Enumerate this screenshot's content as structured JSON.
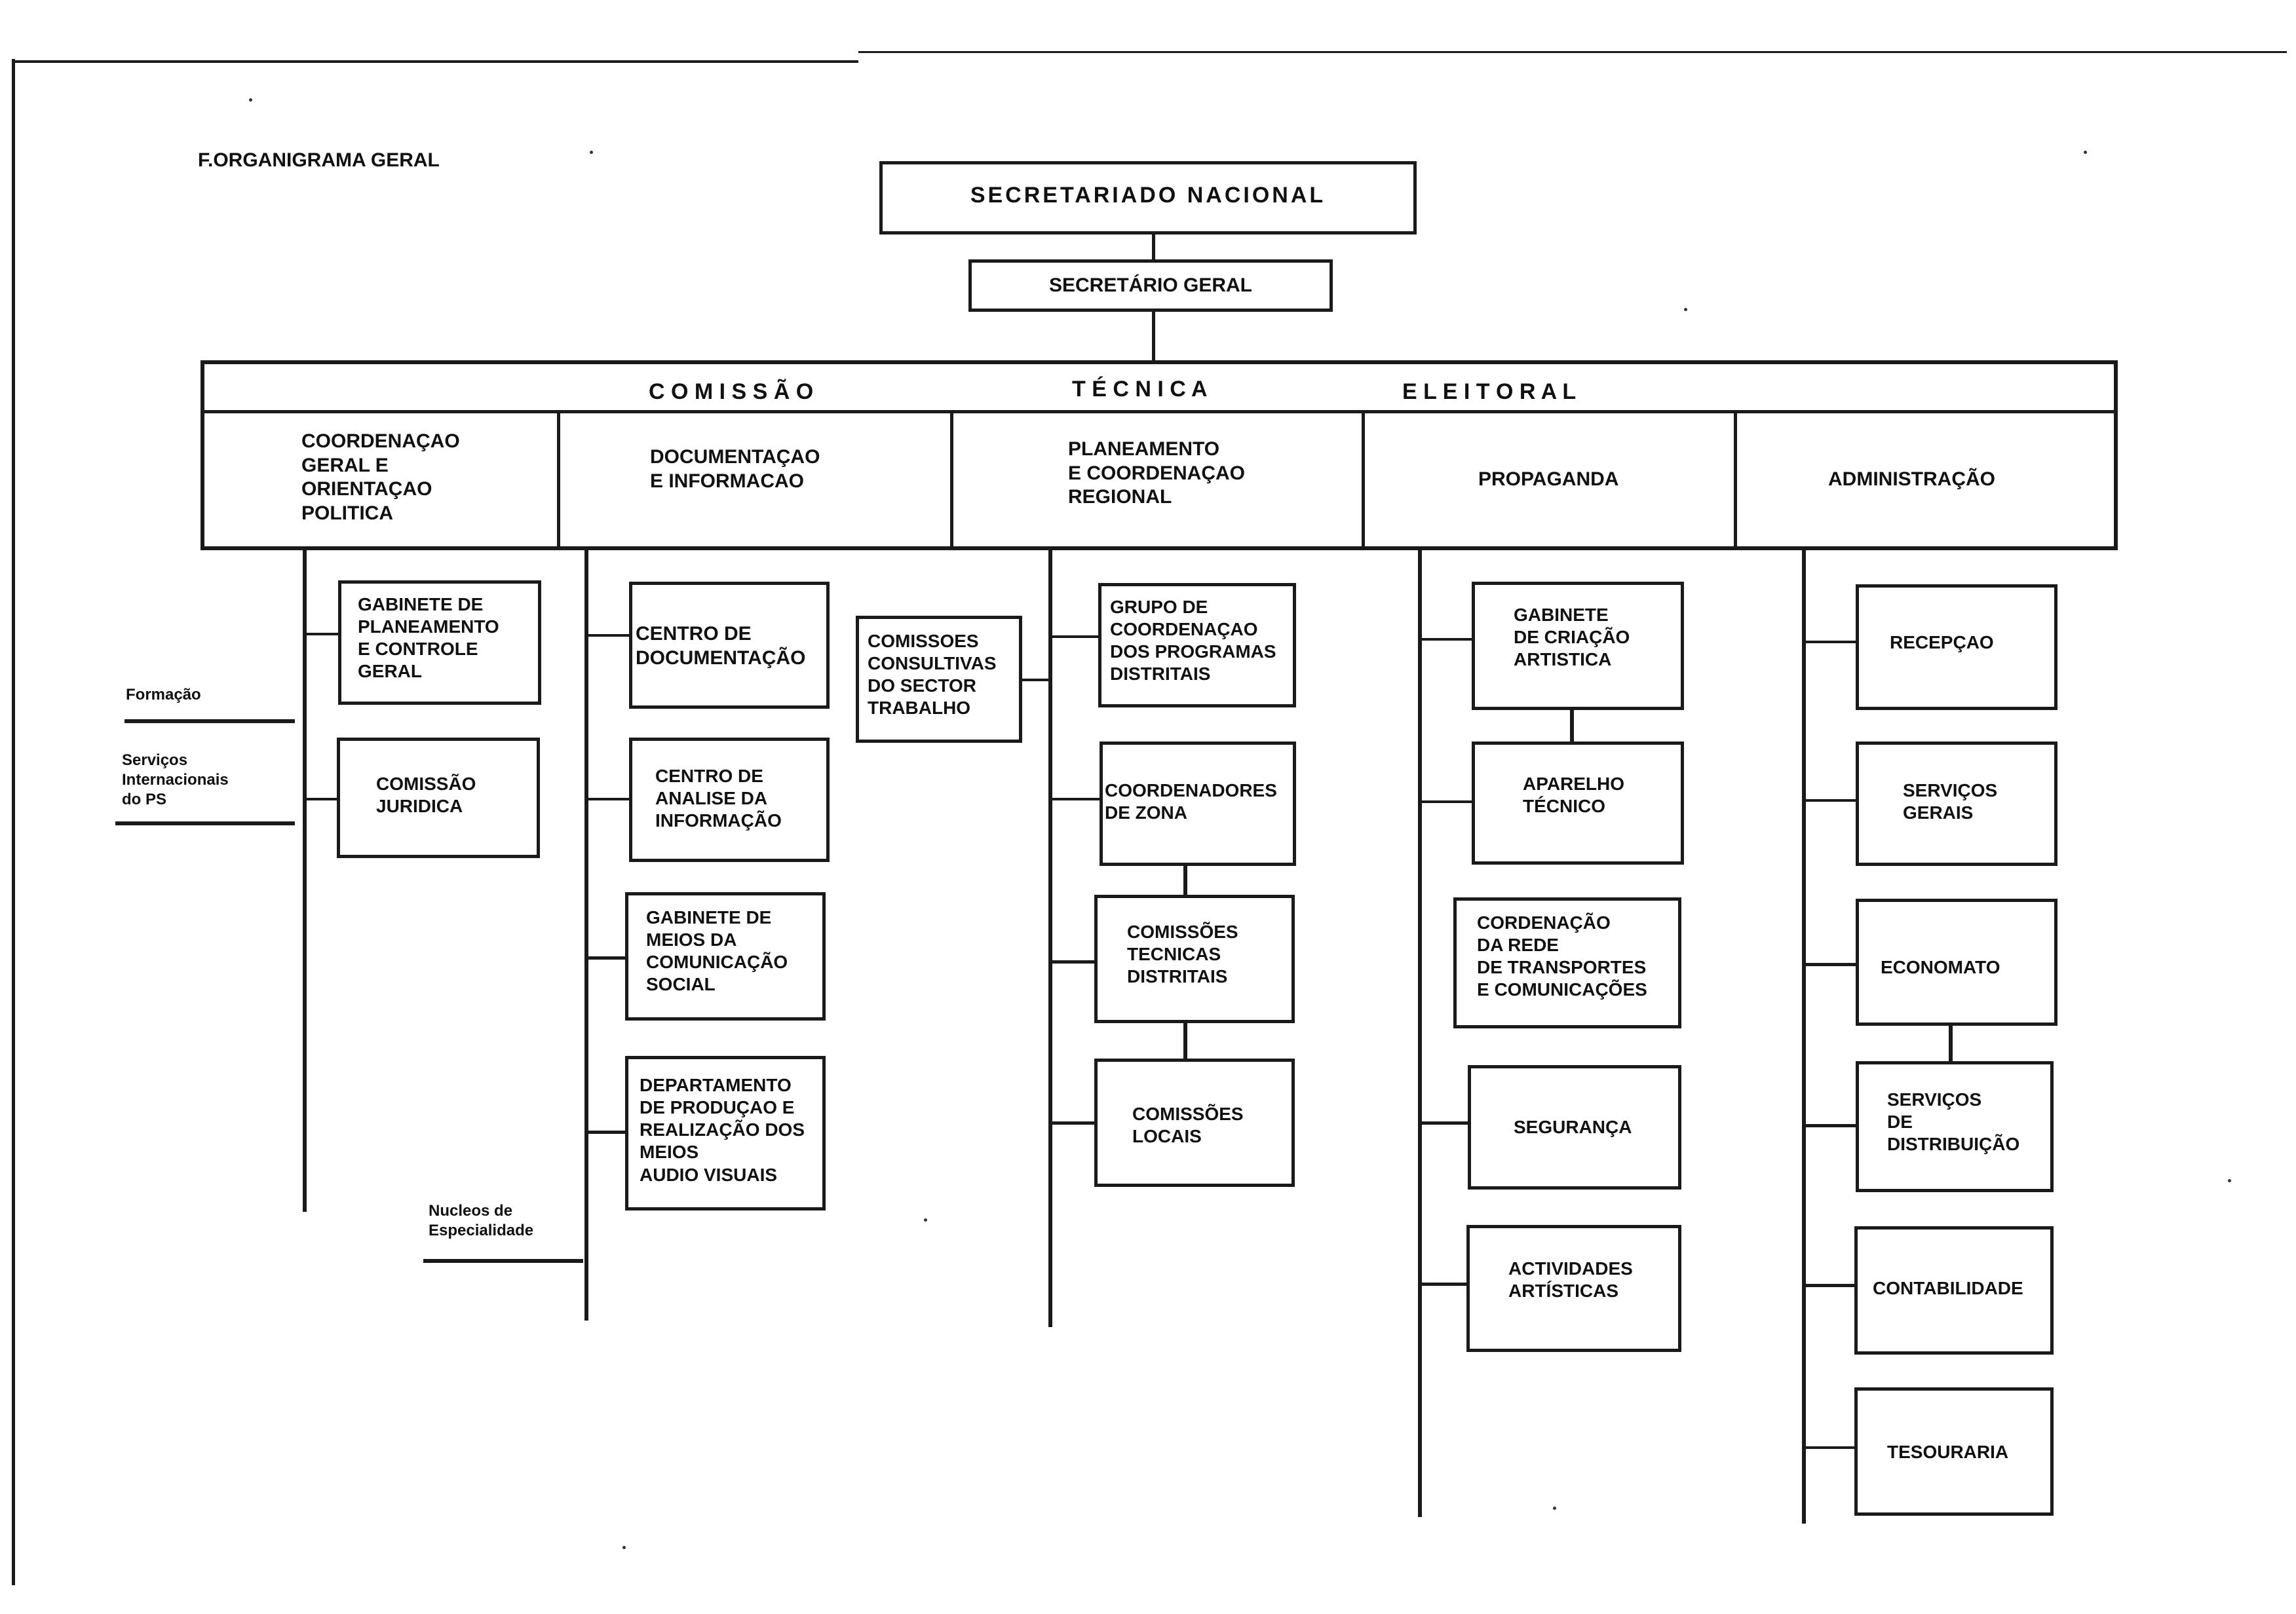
{
  "title": "F.ORGANIGRAMA GERAL",
  "top": {
    "secretariado": "SECRETARIADO   NACIONAL",
    "secretario": "SECRETÁRIO GERAL"
  },
  "commission": {
    "banner_words": [
      "C O M I S S Ã O",
      "T É C N I C A",
      "E L E I T O R A L"
    ],
    "columns": [
      {
        "label": "COORDENAÇAO\nGERAL E\nORIENTAÇAO\nPOLITICA"
      },
      {
        "label": "DOCUMENTAÇAO\nE INFORMACAO"
      },
      {
        "label": "PLANEAMENTO\nE COORDENAÇAO\nREGIONAL"
      },
      {
        "label": "PROPAGANDA"
      },
      {
        "label": "ADMINISTRAÇÃO"
      }
    ]
  },
  "units": {
    "col1": [
      "GABINETE DE\nPLANEAMENTO\nE CONTROLE\nGERAL",
      "COMISSÃO\nJURIDICA"
    ],
    "col2": [
      "CENTRO DE\nDOCUMENTAÇÃO",
      "CENTRO DE\nANALISE DA\nINFORMAÇÃO",
      "GABINETE DE\nMEIOS DA\nCOMUNICAÇÃO\nSOCIAL",
      "DEPARTAMENTO\nDE PRODUÇAO E\nREALIZAÇÃO DOS\nMEIOS\nAUDIO VISUAIS"
    ],
    "col3_side": "COMISSOES\nCONSULTIVAS\nDO SECTOR\nTRABALHO",
    "col3": [
      "GRUPO DE\nCOORDENAÇAO\nDOS PROGRAMAS\nDISTRITAIS",
      "COORDENADORES\nDE ZONA",
      "COMISSÕES\nTECNICAS\nDISTRITAIS",
      "COMISSÕES\nLOCAIS"
    ],
    "col4": [
      "GABINETE\nDE CRIAÇÃO\nARTISTICA",
      "APARELHO\nTÉCNICO",
      "CORDENAÇÃO\nDA REDE\nDE TRANSPORTES\nE COMUNICAÇÕES",
      "SEGURANÇA",
      "ACTIVIDADES\nARTÍSTICAS"
    ],
    "col5": [
      "RECEPÇAO",
      "SERVIÇOS\nGERAIS",
      "ECONOMATO",
      "SERVIÇOS\nDE\nDISTRIBUIÇÃO",
      "CONTABILIDADE",
      "TESOURARIA"
    ]
  },
  "inputs": {
    "formacao": "Formação",
    "servicos": "Serviços\nInternacionais\ndo PS",
    "nucleos": "Nucleos de\nEspecialidade"
  },
  "colors": {
    "ink": "#1a1a1a",
    "paper": "#ffffff"
  }
}
